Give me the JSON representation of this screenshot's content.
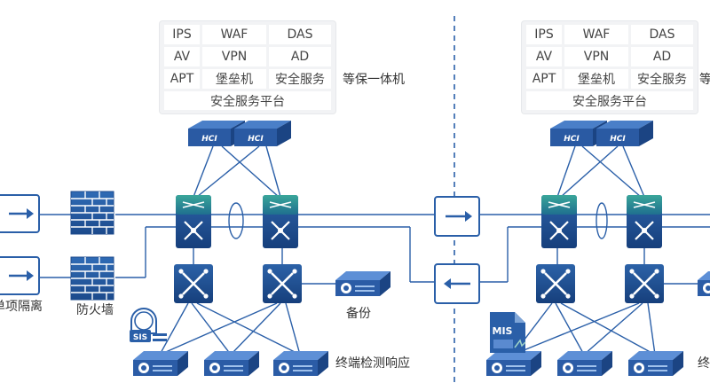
{
  "left_panel": {
    "rows": [
      [
        "IPS",
        "WAF",
        "DAS"
      ],
      [
        "AV",
        "VPN",
        "AD"
      ],
      [
        "APT",
        "堡垒机",
        "安全服务"
      ]
    ],
    "platform": "安全服务平台",
    "side_label": "等保一体机"
  },
  "right_panel": {
    "rows": [
      [
        "IPS",
        "WAF",
        "DAS"
      ],
      [
        "AV",
        "VPN",
        "AD"
      ],
      [
        "APT",
        "堡垒机",
        "安全服务"
      ]
    ],
    "platform": "安全服务平台",
    "side_label": "等"
  },
  "labels": {
    "single_isolation": "单项隔离",
    "firewall": "防火墙",
    "backup": "备份",
    "endpoint_left": "终端检测响应",
    "endpoint_right": "终"
  },
  "device_text": {
    "hci": "HCI",
    "sis": "SIS",
    "mis": "MIS"
  },
  "colors": {
    "line": "#2a5fa8",
    "switch": "#1f4f95",
    "server": "#2b5ca6",
    "arrow_box": "#2a5fa8",
    "divider": "#2a5fa8"
  }
}
